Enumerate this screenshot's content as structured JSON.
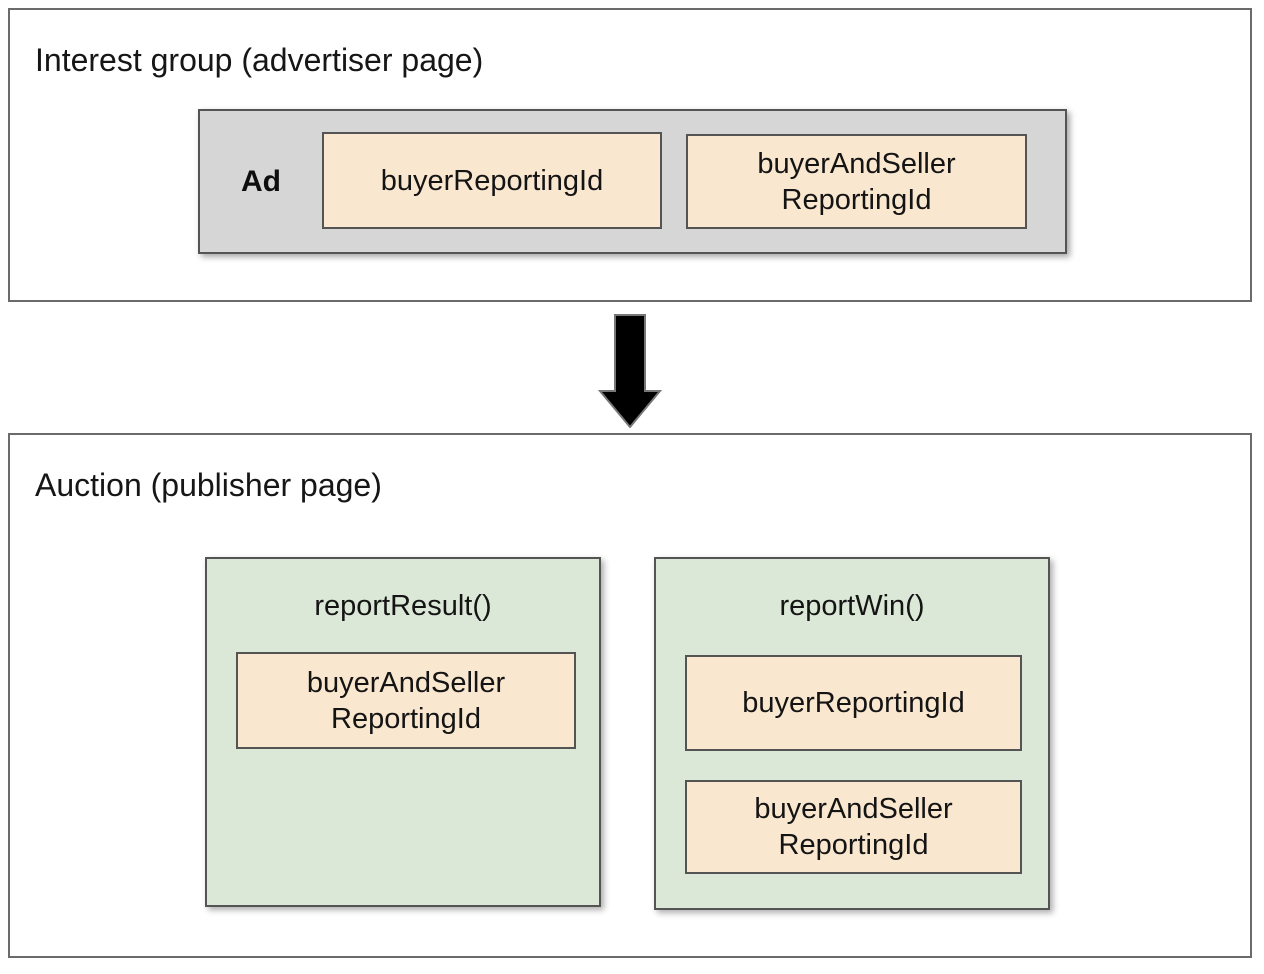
{
  "top_section": {
    "title": "Interest group (advertiser page)",
    "ad_label": "Ad",
    "fields": [
      "buyerReportingId",
      "buyerAndSeller\nReportingId"
    ]
  },
  "arrow": {
    "icon": "down-arrow"
  },
  "bottom_section": {
    "title": "Auction (publisher page)",
    "functions": [
      {
        "name": "reportResult()",
        "fields": [
          "buyerAndSeller\nReportingId"
        ]
      },
      {
        "name": "reportWin()",
        "fields": [
          "buyerReportingId",
          "buyerAndSeller\nReportingId"
        ]
      }
    ]
  },
  "colors": {
    "ad_box_fill": "#d6d6d6",
    "field_box_fill": "#fae7cf",
    "function_box_fill": "#dce8d7",
    "inner_border": "#545454",
    "outer_border": "#6b6b6b",
    "arrow_fill": "#000000",
    "arrow_stroke": "#777777",
    "text": "#1b1b1b"
  }
}
